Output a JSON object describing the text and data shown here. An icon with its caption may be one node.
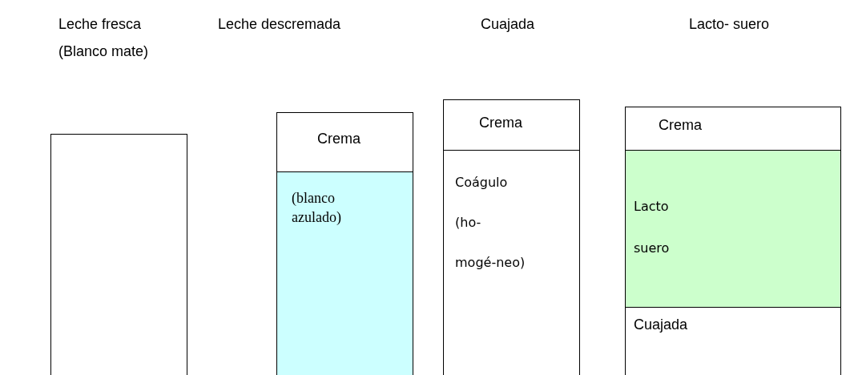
{
  "diagram": {
    "nodes": [
      {
        "text": [],
        "shape": "box"
      },
      {
        "text": [],
        "shape": "box"
      },
      {
        "text": [
          "Crema"
        ],
        "in": 1
      },
      {
        "text": [
          "(blanco azulado)"
        ],
        "in": 1
      },
      {
        "text": [],
        "shape": "box"
      },
      {
        "text": [
          "Crema"
        ],
        "in": 4
      },
      {
        "text": [
          "Coágulo (ho- mogé-neo)"
        ],
        "in": 4
      },
      {
        "text": [],
        "shape": "box"
      },
      {
        "text": [
          "Crema"
        ],
        "in": 7
      },
      {
        "text": [
          "Lacto suero"
        ],
        "in": 7
      },
      {
        "text": [
          "Cuajada"
        ],
        "in": 7
      }
    ],
    "labels": [
      "Leche fresca (Blanco mate)",
      "Leche descremada",
      "Cuajada",
      "Lacto- suero"
    ]
  }
}
